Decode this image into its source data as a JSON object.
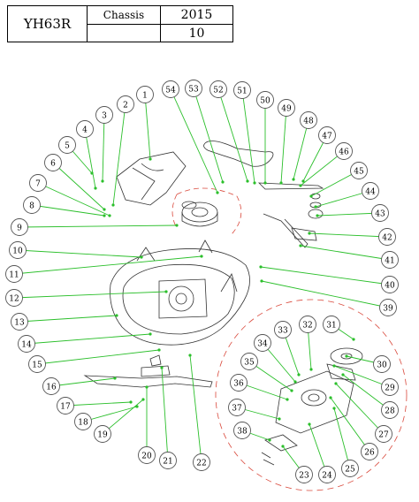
{
  "header": {
    "model": "YH63R",
    "chassis_label": "Chassis",
    "year": "2015",
    "page": "10"
  },
  "callouts": [
    "1",
    "2",
    "3",
    "4",
    "5",
    "6",
    "7",
    "8",
    "9",
    "10",
    "11",
    "12",
    "13",
    "14",
    "15",
    "16",
    "17",
    "18",
    "19",
    "20",
    "21",
    "22",
    "23",
    "24",
    "25",
    "26",
    "27",
    "28",
    "29",
    "30",
    "31",
    "32",
    "33",
    "34",
    "35",
    "36",
    "37",
    "38",
    "39",
    "40",
    "41",
    "42",
    "43",
    "44",
    "45",
    "46",
    "47",
    "48",
    "49",
    "50",
    "51",
    "52",
    "53",
    "54"
  ],
  "colors": {
    "leader": "#2bbf2b",
    "hidden_line": "#7ad4ec",
    "detail_circle": "#d9483b",
    "outline": "#333333"
  }
}
